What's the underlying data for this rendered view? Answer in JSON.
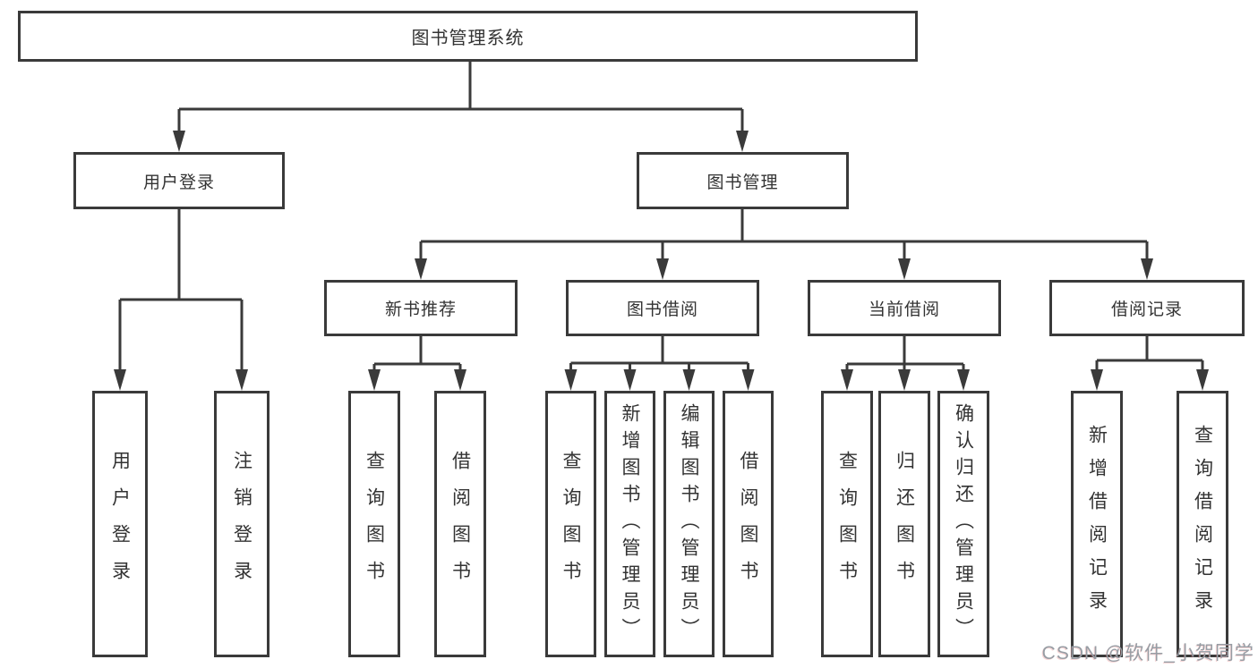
{
  "diagram": {
    "title": "图书管理系统",
    "root": {
      "label": "图书管理系统"
    },
    "level2": [
      {
        "label": "用户登录"
      },
      {
        "label": "图书管理"
      }
    ],
    "level3": [
      {
        "label": "新书推荐"
      },
      {
        "label": "图书借阅"
      },
      {
        "label": "当前借阅"
      },
      {
        "label": "借阅记录"
      }
    ],
    "leaves": {
      "user_login": [
        {
          "label": "用户登录"
        },
        {
          "label": "注销登录"
        }
      ],
      "new_book_recommend": [
        {
          "label": "查询图书"
        },
        {
          "label": "借阅图书"
        }
      ],
      "book_borrow": [
        {
          "label": "查询图书"
        },
        {
          "label": "新增图书（管理员）"
        },
        {
          "label": "编辑图书（管理员）"
        },
        {
          "label": "借阅图书"
        }
      ],
      "current_borrow": [
        {
          "label": "查询图书"
        },
        {
          "label": "归还图书"
        },
        {
          "label": "确认归还（管理员）"
        }
      ],
      "borrow_records": [
        {
          "label": "新增借阅记录"
        },
        {
          "label": "查询借阅记录"
        }
      ]
    },
    "colors": {
      "line": "#3a3a3a",
      "text": "#333333",
      "box_background": "#ffffff",
      "watermark_gray": "#979da4"
    },
    "watermark": "CSDN @软件_小贺同学"
  }
}
